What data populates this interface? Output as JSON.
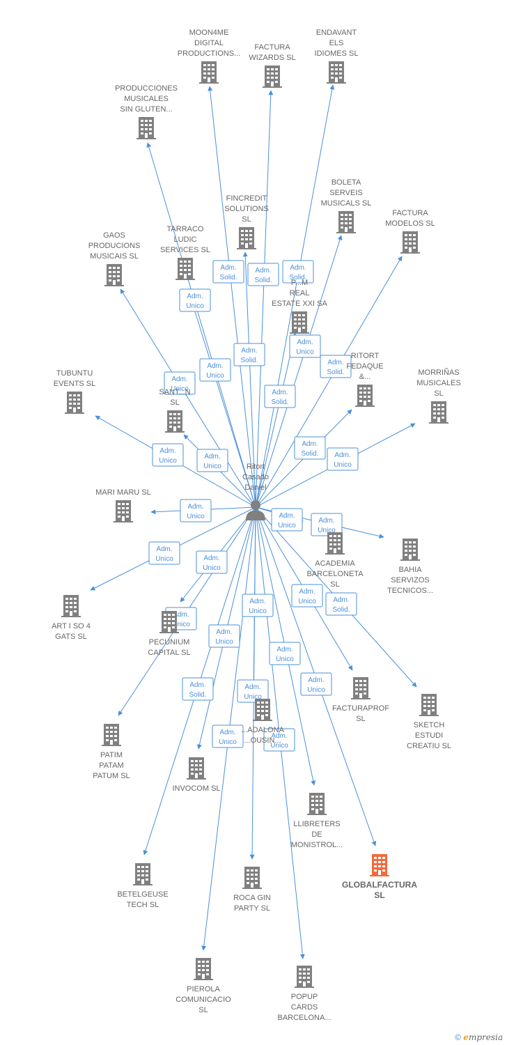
{
  "center": {
    "label_lines": [
      "Ritort",
      "Casado",
      "Daniel"
    ],
    "icon": "person-icon"
  },
  "colors": {
    "edge": "#4a90d9",
    "building": "#808080",
    "highlight": "#f26a3d",
    "text": "#666666"
  },
  "nodes": [
    {
      "id": "moon4me",
      "lines": [
        "MOON4ME",
        "DIGITAL",
        "PRODUCTIONS..."
      ]
    },
    {
      "id": "factura-wizards",
      "lines": [
        "FACTURA",
        "WIZARDS  SL"
      ]
    },
    {
      "id": "endavant",
      "lines": [
        "ENDAVANT",
        "ELS",
        "IDIOMES  SL"
      ]
    },
    {
      "id": "producciones-musicales",
      "lines": [
        "PRODUCCIONES",
        "MUSICALES",
        "SIN GLUTEN..."
      ]
    },
    {
      "id": "fincredit",
      "lines": [
        "FINCREDIT",
        "SOLUTIONS",
        "SL"
      ]
    },
    {
      "id": "boleta",
      "lines": [
        "BOLETA",
        "SERVEIS",
        "MUSICALS  SL"
      ]
    },
    {
      "id": "factura-modelos",
      "lines": [
        "FACTURA",
        "MODELOS  SL"
      ]
    },
    {
      "id": "gaos",
      "lines": [
        "GAOS",
        "PRODUCIONS",
        "MUSICAIS  SL"
      ]
    },
    {
      "id": "tarraco",
      "lines": [
        "TARRACO",
        "LUDIC",
        "SERVICES  SL"
      ]
    },
    {
      "id": "real-estate",
      "lines": [
        "P...M",
        "REAL",
        "ESTATE XXI SA"
      ]
    },
    {
      "id": "ritort-fedaque",
      "lines": [
        "RITORT",
        "FEDAQUE",
        "&..."
      ]
    },
    {
      "id": "tubuntu",
      "lines": [
        "TUBUNTU",
        "EVENTS  SL"
      ]
    },
    {
      "id": "santon",
      "lines": [
        "SANT...N",
        "SL"
      ]
    },
    {
      "id": "morrinas",
      "lines": [
        "MORRIÑAS",
        "MUSICALES",
        "SL"
      ]
    },
    {
      "id": "mari-maru",
      "lines": [
        "MARI MARU  SL"
      ]
    },
    {
      "id": "academia",
      "lines": [
        "ACADEMIA",
        "BARCELONETA",
        "SL"
      ]
    },
    {
      "id": "bahia",
      "lines": [
        "BAHIA",
        "SERVIZOS",
        "TECNICOS..."
      ]
    },
    {
      "id": "art-i-so",
      "lines": [
        "ART I SO 4",
        "GATS  SL"
      ]
    },
    {
      "id": "pecunium",
      "lines": [
        "PECUNIUM",
        "CAPITAL  SL"
      ]
    },
    {
      "id": "facturaprof",
      "lines": [
        "FACTURAPROF",
        "SL"
      ]
    },
    {
      "id": "sketch",
      "lines": [
        "SKETCH",
        "ESTUDI",
        "CREATIU  SL"
      ]
    },
    {
      "id": "badalona",
      "lines": [
        "...ADALONA",
        "...OUSIN..."
      ]
    },
    {
      "id": "patim",
      "lines": [
        "PATIM",
        "PATAM",
        "PATUM  SL"
      ]
    },
    {
      "id": "invocom",
      "lines": [
        "INVOCOM  SL"
      ]
    },
    {
      "id": "llibreters",
      "lines": [
        "LLIBRETERS",
        "DE",
        "MONISTROL..."
      ]
    },
    {
      "id": "globalfactura",
      "lines": [
        "GLOBALFACTURA",
        "SL"
      ],
      "highlight": true
    },
    {
      "id": "betelgeuse",
      "lines": [
        "BETELGEUSE",
        "TECH  SL"
      ]
    },
    {
      "id": "roca-gin",
      "lines": [
        "ROCA GIN",
        "PARTY  SL"
      ]
    },
    {
      "id": "pierola",
      "lines": [
        "PIEROLA",
        "COMUNICACIO",
        "SL"
      ]
    },
    {
      "id": "popup",
      "lines": [
        "POPUP",
        "CARDS",
        "BARCELONA..."
      ]
    }
  ],
  "edges": [
    {
      "to": "moon4me",
      "label": [
        "Adm.",
        "Solid."
      ]
    },
    {
      "to": "factura-wizards",
      "label": [
        "Adm.",
        "Solid."
      ]
    },
    {
      "to": "endavant",
      "label": [
        "Adm.",
        "Solid."
      ]
    },
    {
      "to": "producciones-musicales",
      "label": [
        "Adm.",
        "Unico"
      ]
    },
    {
      "to": "fincredit",
      "label": [
        "Adm.",
        "Solid."
      ]
    },
    {
      "to": "boleta",
      "label": [
        "Adm.",
        "Unico"
      ]
    },
    {
      "to": "factura-modelos",
      "label": [
        "Adm.",
        "Solid."
      ]
    },
    {
      "to": "gaos",
      "label": [
        "Adm.",
        "Unico"
      ]
    },
    {
      "to": "tarraco",
      "label": [
        "Adm.",
        "Unico"
      ]
    },
    {
      "to": "real-estate",
      "label": [
        "Adm.",
        "Solid."
      ]
    },
    {
      "to": "ritort-fedaque",
      "label": [
        "Adm.",
        "Solid."
      ]
    },
    {
      "to": "tubuntu",
      "label": [
        "Adm.",
        "Unico"
      ]
    },
    {
      "to": "santon",
      "label": [
        "Adm.",
        "Unico"
      ]
    },
    {
      "to": "morrinas",
      "label": [
        "Adm.",
        "Unico"
      ]
    },
    {
      "to": "mari-maru",
      "label": [
        "Adm.",
        "Unico"
      ]
    },
    {
      "to": "academia",
      "label": [
        "Adm.",
        "Unico"
      ]
    },
    {
      "to": "bahia",
      "label": [
        "Adm.",
        "Unico"
      ]
    },
    {
      "to": "art-i-so",
      "label": [
        "Adm.",
        "Unico"
      ]
    },
    {
      "to": "pecunium",
      "label": [
        "Adm.",
        "Unico"
      ]
    },
    {
      "to": "facturaprof",
      "label": [
        "Adm.",
        "Unico"
      ]
    },
    {
      "to": "sketch",
      "label": [
        "Adm.",
        "Solid."
      ]
    },
    {
      "to": "badalona",
      "label": [
        "Adm.",
        "Unico"
      ]
    },
    {
      "to": "patim",
      "label": [
        "Adm.",
        "Unico"
      ]
    },
    {
      "to": "invocom",
      "label": [
        "Adm.",
        "Unico"
      ]
    },
    {
      "to": "llibreters",
      "label": [
        "Adm.",
        "Unico"
      ]
    },
    {
      "to": "globalfactura",
      "label": [
        "Adm.",
        "Unico"
      ]
    },
    {
      "to": "betelgeuse",
      "label": [
        "Adm.",
        "Solid."
      ]
    },
    {
      "to": "roca-gin",
      "label": [
        "Adm.",
        "Unico"
      ]
    },
    {
      "to": "pierola",
      "label": [
        "Adm.",
        "Unico"
      ]
    },
    {
      "to": "popup",
      "label": [
        "Adm.",
        "Unico"
      ]
    }
  ],
  "footer": {
    "copyright": "©",
    "brand_initial": "e",
    "brand_rest": "mpresia"
  }
}
